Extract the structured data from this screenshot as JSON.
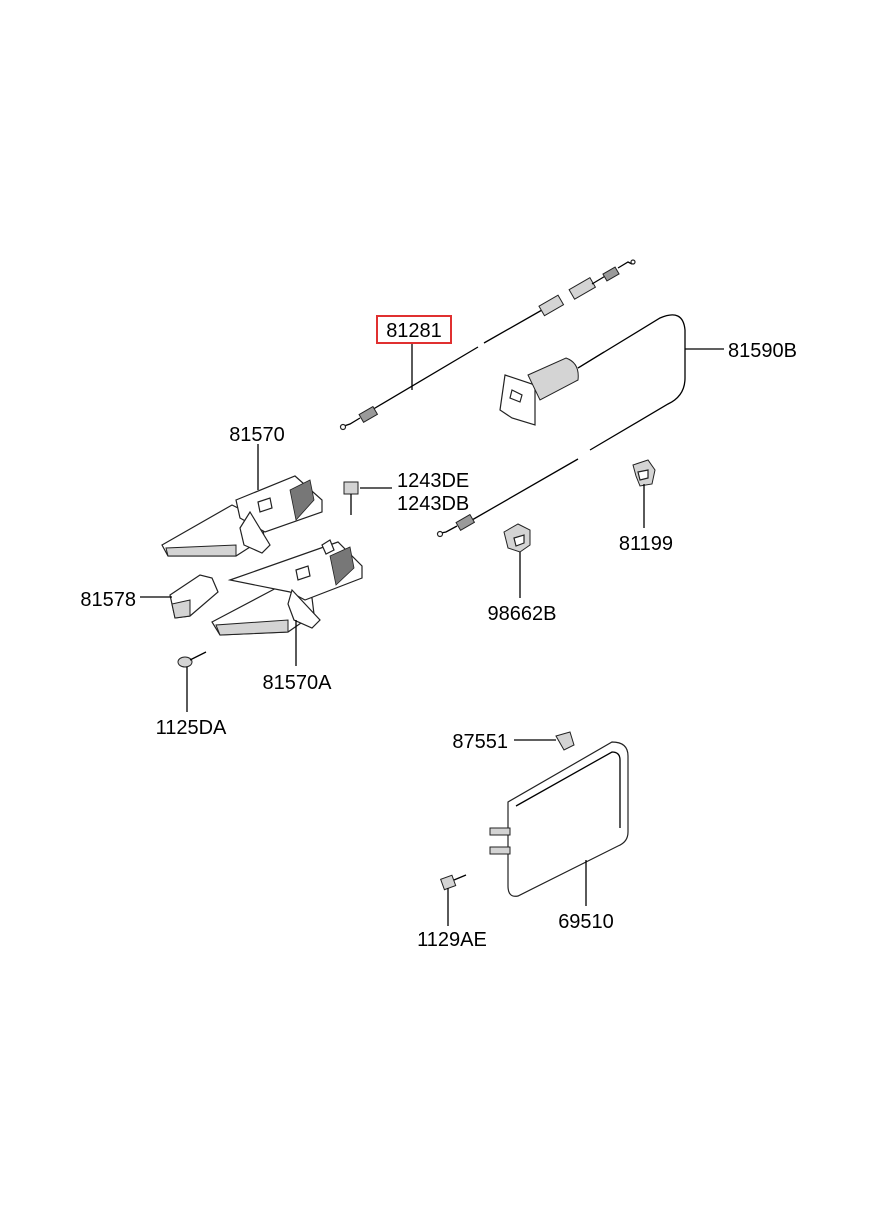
{
  "highlight_color": "#e03030",
  "callouts": {
    "c81281": "81281",
    "c81590B": "81590B",
    "c81570": "81570",
    "c1243DE": "1243DE",
    "c1243DB": "1243DB",
    "c81199": "81199",
    "c81578": "81578",
    "c98662B": "98662B",
    "c81570A": "81570A",
    "c1125DA": "1125DA",
    "c87551": "87551",
    "c69510": "69510",
    "c1129AE": "1129AE"
  }
}
